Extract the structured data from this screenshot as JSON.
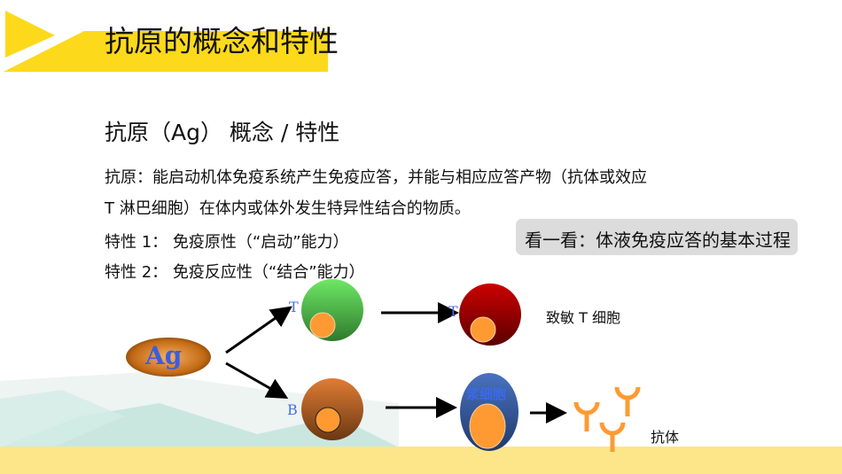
{
  "title": "抗原的概念和特性",
  "subtitle": "抗原（Ag） 概念 / 特性",
  "body": {
    "line1": "抗原：能启动机体免疫系统产生免疫应答，并能与相应应答产物（抗体或效应",
    "line2": "T 淋巴细胞）在体内或体外发生特异性结合的物质。",
    "trait1": "特性 1： 免疫原性（“启动”能力）",
    "trait2": "特性 2： 免疫反应性（“结合”能力）"
  },
  "tip_box": "看一看：体液免疫应答的基本过程",
  "diagram": {
    "antigen_label": "Ag",
    "t_label": "T",
    "t_label_2": "T",
    "b_label": "B",
    "plasma_cell_label": "浆细胞",
    "sensitized_t_caption": "致敏 T 细胞",
    "antibody_caption": "抗体"
  },
  "colors": {
    "accent_yellow": "#fdd91c",
    "footer_yellow": "#fde68a",
    "t_cell": "#4caf3f",
    "effector_t": "#a00000",
    "b_cell": "#b8622a",
    "plasma_cell": "#2f5597",
    "nucleus": "#ff9a33"
  }
}
